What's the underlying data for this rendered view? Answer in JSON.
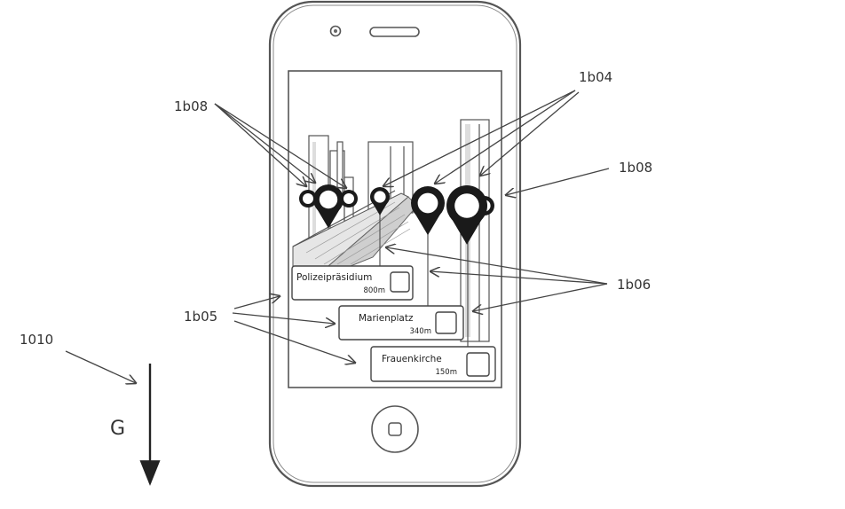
{
  "figure": {
    "device": "smartphone",
    "gravity_label": "G",
    "reference_numerals": {
      "device": "1010",
      "pins_left": "1b08",
      "pins_right": "1b08",
      "pins_center": "1b04",
      "stems": "1b06",
      "cards": "1b05"
    }
  },
  "screen": {
    "poi_cards": [
      {
        "name": "Polizeipräsidium",
        "distance": "800m"
      },
      {
        "name": "Marienplatz",
        "distance": "340m"
      },
      {
        "name": "Frauenkirche",
        "distance": "150m"
      }
    ]
  },
  "icons": {
    "camera": "camera-icon",
    "speaker": "speaker-slot-icon",
    "home": "home-button-icon",
    "pin": "map-pin-icon",
    "checkbox": "checkbox-icon",
    "gravity": "arrow-down-icon"
  }
}
